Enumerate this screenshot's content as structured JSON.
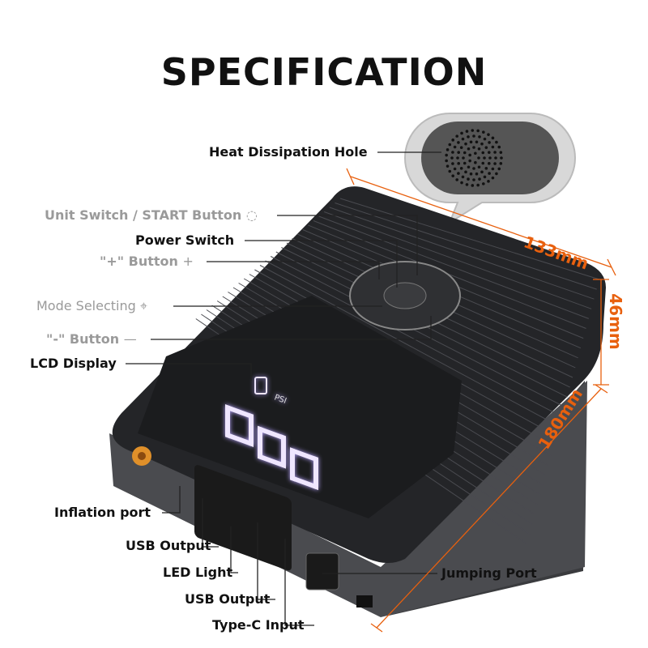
{
  "title": "SPECIFICATION",
  "labels": {
    "heat_hole": "Heat Dissipation Hole",
    "unit_switch": "Unit Switch / START Button",
    "unit_switch_symbol": "◌",
    "power_switch": "Power Switch",
    "plus_button": "\"+\" Button",
    "plus_symbol": "+",
    "mode_selecting": "Mode Selecting",
    "mode_symbol": "⌖",
    "minus_button": "\"-\" Button",
    "minus_symbol": "—",
    "lcd_display": "LCD Display",
    "inflation_port": "Inflation port",
    "usb_output_1": "USB Output",
    "led_light": "LED Light",
    "usb_output_2": "USB Output",
    "type_c": "Type-C Input",
    "jumping_port": "Jumping Port"
  },
  "lcd": {
    "unit": "PSI",
    "digits": "000"
  },
  "dimensions": {
    "length": "133mm",
    "height": "46mm",
    "width": "180mm"
  },
  "colors": {
    "dimension": "#e8600e",
    "label_grey": "#9a9a9a",
    "body": "#2a2b2e"
  }
}
